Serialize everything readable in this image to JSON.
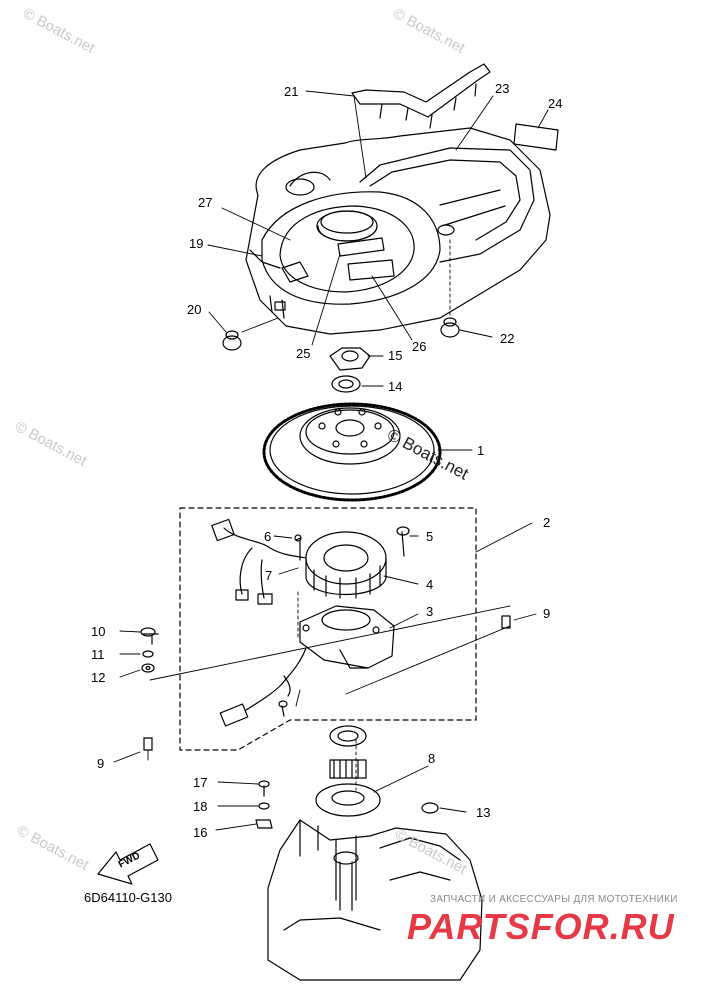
{
  "diagram_code": "6D64110-G130",
  "watermark": "© Boats.net",
  "watermark_fwd": "FWD",
  "parts_store": {
    "tagline": "ЗАПЧАСТИ И АКСЕССУАРЫ ДЛЯ МОТОТЕХНИКИ",
    "logo": "PARTSFOR.RU"
  },
  "callouts": {
    "c1": "1",
    "c2": "2",
    "c3": "3",
    "c4": "4",
    "c5": "5",
    "c6": "6",
    "c7": "7",
    "c8": "8",
    "c9a": "9",
    "c9b": "9",
    "c10": "10",
    "c11": "11",
    "c12": "12",
    "c13": "13",
    "c14": "14",
    "c15": "15",
    "c16": "16",
    "c17": "17",
    "c18": "18",
    "c19": "19",
    "c20": "20",
    "c21": "21",
    "c22": "22",
    "c23": "23",
    "c24": "24",
    "c25": "25",
    "c26": "26",
    "c27": "27"
  },
  "colors": {
    "line": "#000000",
    "watermark": "#c9c9c9",
    "brand_red": "#e63946"
  }
}
